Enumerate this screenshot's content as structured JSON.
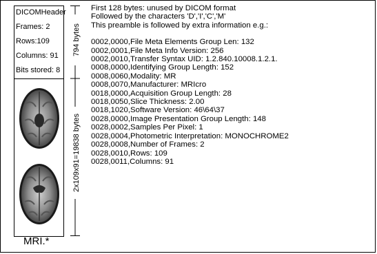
{
  "header_box": {
    "lines": [
      "DICOMHeader",
      "Frames: 2",
      "Rows:109",
      "Columns: 91",
      "Bits stored: 8"
    ]
  },
  "file_caption": "MRI.*",
  "size_labels": {
    "header": "794 bytes",
    "images": "2x109x91=19838 bytes"
  },
  "preamble_lines": [
    "First 128 bytes: unused by DICOM format",
    "Followed by the characters 'D','I','C','M'",
    "This preamble is followed by extra information e.g.:"
  ],
  "tag_lines": [
    "0002,0000,File Meta Elements Group Len: 132",
    "0002,0001,File Meta Info Version: 256",
    "0002,0010,Transfer Syntax UID: 1.2.840.10008.1.2.1.",
    "0008,0000,Identifying Group Length: 152",
    "0008,0060,Modality: MR",
    "0008,0070,Manufacturer: MRIcro",
    "0018,0000,Acquisition Group Length: 28",
    "0018,0050,Slice Thickness: 2.00",
    "0018,1020,Software Version: 46\\64\\37",
    "0028,0000,Image Presentation Group Length: 148",
    "0028,0002,Samples Per Pixel: 1",
    "0028,0004,Photometric Interpretation: MONOCHROME2",
    "0028,0008,Number of Frames: 2",
    "0028,0010,Rows: 109",
    "0028,0011,Columns: 91"
  ]
}
